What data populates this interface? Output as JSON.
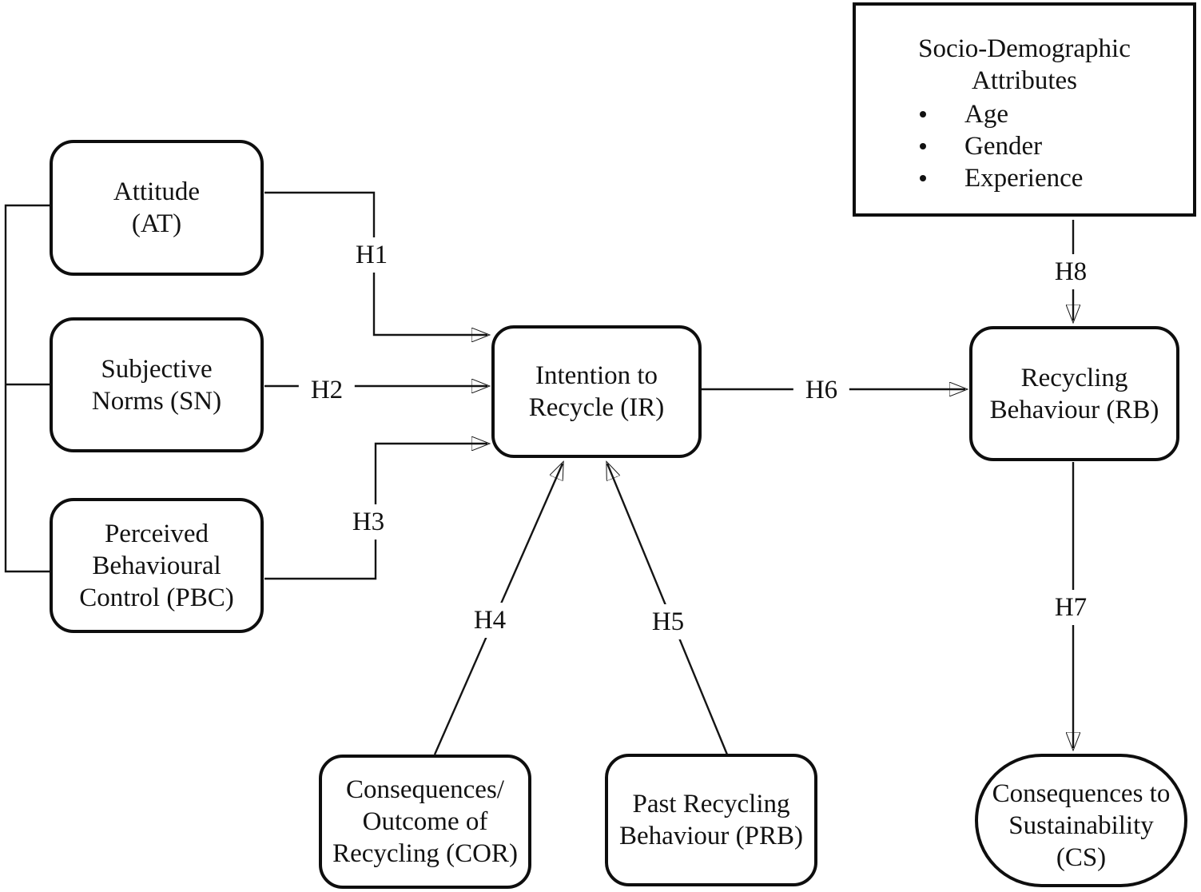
{
  "figure": {
    "background": "#ffffff",
    "line_color": "#141414",
    "text_color": "#121212",
    "nodes": {
      "attitude": {
        "lines": [
          "Attitude",
          "(AT)"
        ]
      },
      "subjective_norms": {
        "lines": [
          "Subjective",
          "Norms (SN)"
        ]
      },
      "perceived_behavioural_control": {
        "lines": [
          "Perceived",
          "Behavioural",
          "Control (PBC)"
        ]
      },
      "intention_to_recycle": {
        "lines": [
          "Intention to",
          "Recycle (IR)"
        ]
      },
      "recycling_behaviour": {
        "lines": [
          "Recycling",
          "Behaviour (RB)"
        ]
      },
      "socio_demographic": {
        "title_lines": [
          "Socio-Demographic",
          "Attributes"
        ],
        "bullets": [
          "Age",
          "Gender",
          "Experience"
        ]
      },
      "consequences_outcome_recycling": {
        "lines": [
          "Consequences/",
          "Outcome of",
          "Recycling (COR)"
        ]
      },
      "past_recycling_behaviour": {
        "lines": [
          "Past Recycling",
          "Behaviour (PRB)"
        ]
      },
      "consequences_sustainability": {
        "lines": [
          "Consequences to",
          "Sustainability",
          "(CS)"
        ]
      }
    },
    "hypotheses": {
      "h1": "H1",
      "h2": "H2",
      "h3": "H3",
      "h4": "H4",
      "h5": "H5",
      "h6": "H6",
      "h7": "H7",
      "h8": "H8"
    }
  }
}
